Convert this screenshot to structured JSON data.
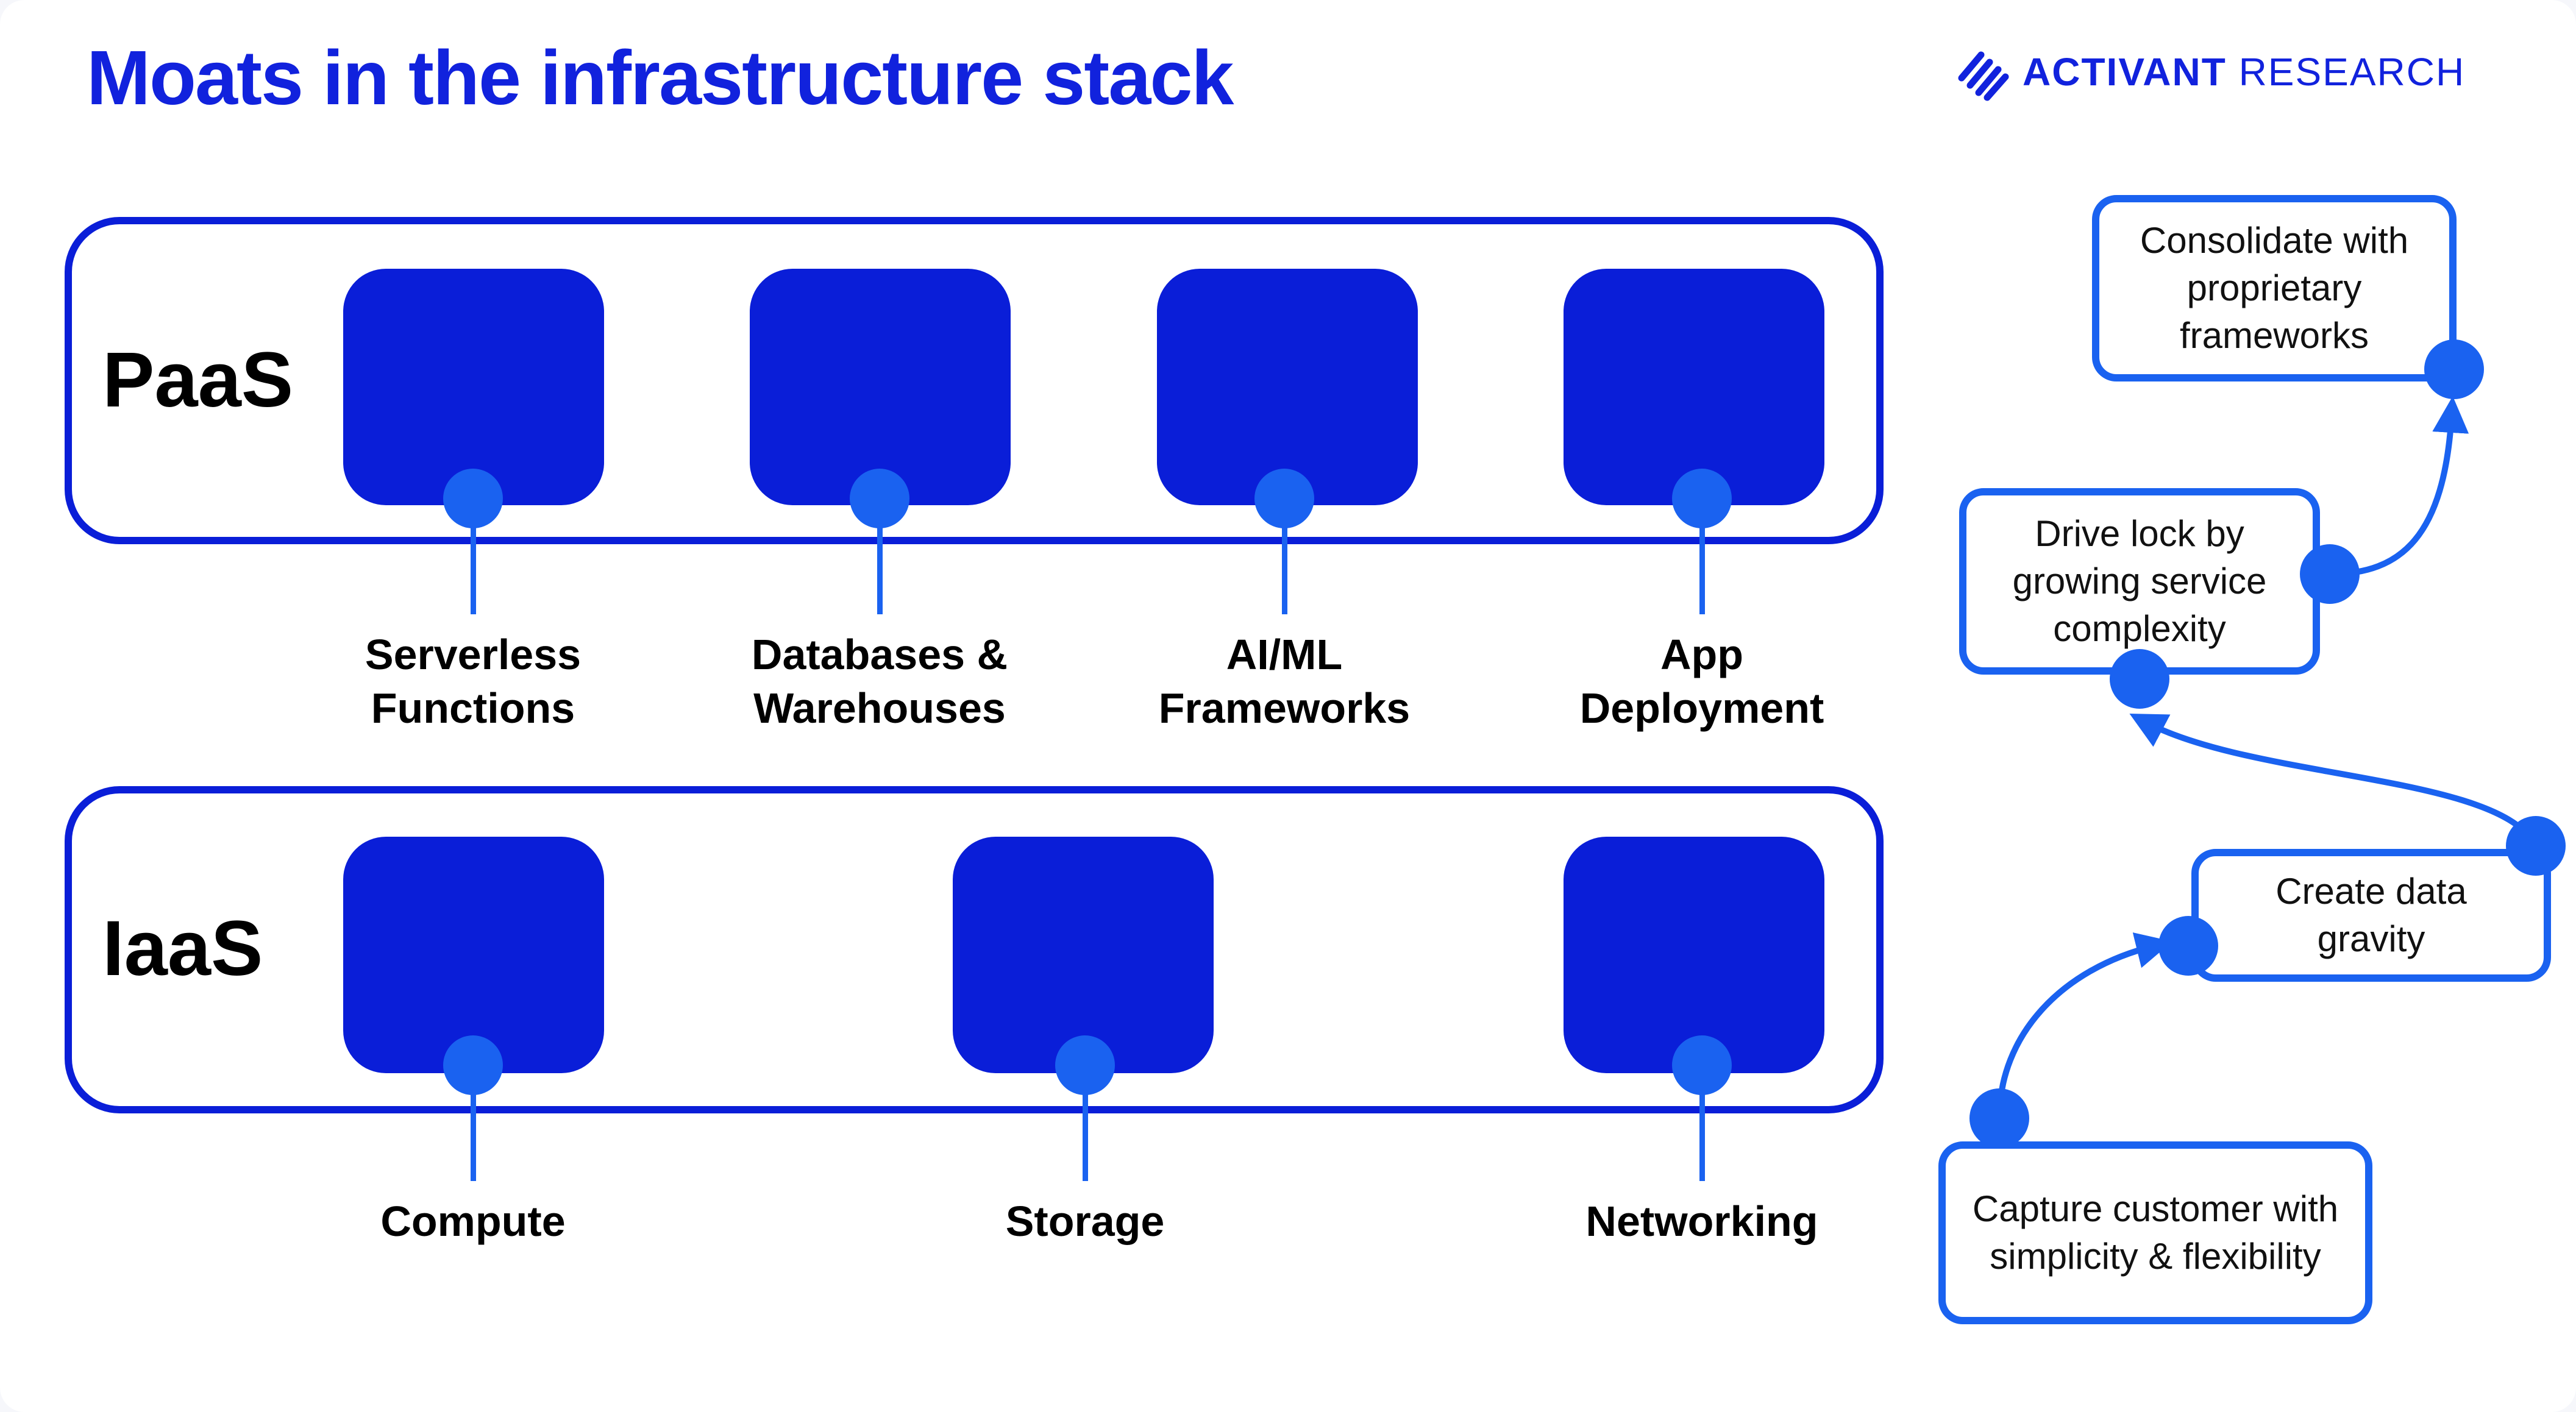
{
  "title": "Moats in the infrastructure stack",
  "brand": {
    "name_bold": "ACTIVANT",
    "name_light": "RESEARCH",
    "logo_icon": "activant-logo-icon"
  },
  "layers": {
    "paas": {
      "label": "PaaS",
      "services": [
        {
          "label_line1": "Serverless",
          "label_line2": "Functions"
        },
        {
          "label_line1": "Databases &",
          "label_line2": "Warehouses"
        },
        {
          "label_line1": "AI/ML",
          "label_line2": "Frameworks"
        },
        {
          "label_line1": "App",
          "label_line2": "Deployment"
        }
      ]
    },
    "iaas": {
      "label": "IaaS",
      "services": [
        {
          "label_line1": "Compute"
        },
        {
          "label_line1": "Storage"
        },
        {
          "label_line1": "Networking"
        }
      ]
    }
  },
  "steps": [
    {
      "text": "Capture customer with simplicity & flexibility"
    },
    {
      "text": "Create data gravity"
    },
    {
      "text": "Drive lock by growing service complexity"
    },
    {
      "text": "Consolidate with proprietary frameworks"
    }
  ],
  "colors": {
    "primary": "#0a1ed8",
    "accent": "#1a62f0",
    "title": "#1122dd"
  }
}
